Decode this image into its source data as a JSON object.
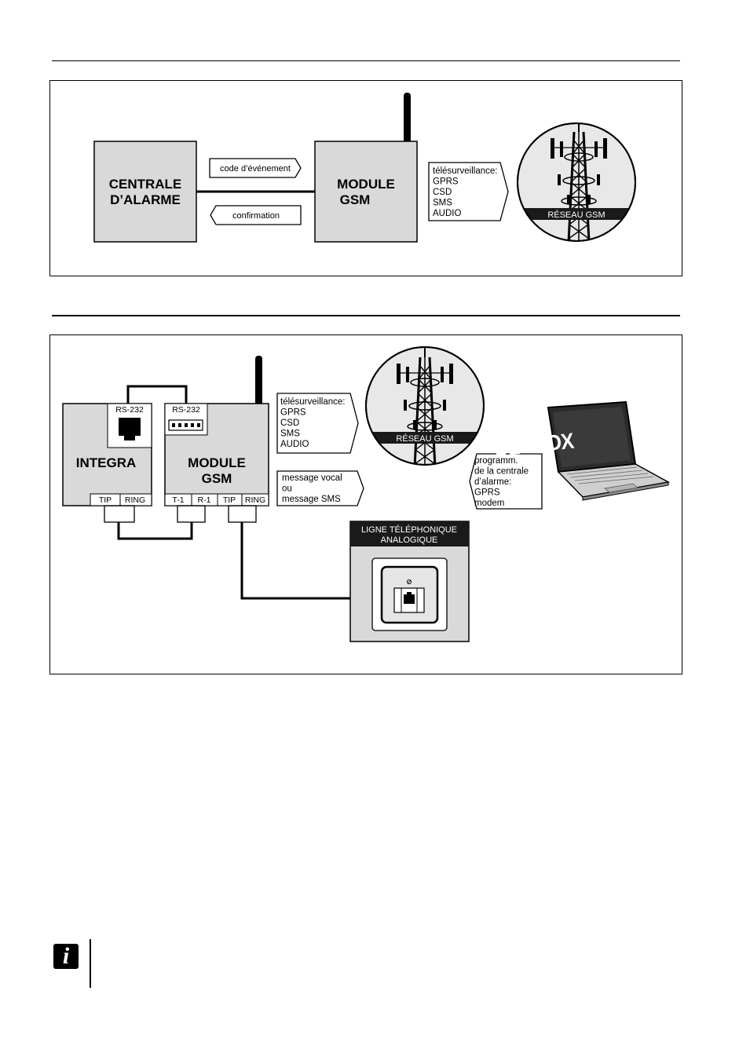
{
  "diagram1": {
    "panel_label": "CENTRALE\nD’ALARME",
    "module_label": "MODULE\nGSM",
    "event_code": "code d’événement",
    "confirmation": "confirmation",
    "monitoring": [
      "télésurveillance:",
      "GPRS",
      "CSD",
      "SMS",
      "AUDIO"
    ],
    "network": "RÉSEAU GSM"
  },
  "diagram2": {
    "integra_label": "INTEGRA",
    "module_label": "MODULE\nGSM",
    "rs232": "RS-232",
    "integra_terms": [
      "TIP",
      "RING"
    ],
    "module_terms": [
      "T-1",
      "R-1",
      "TIP",
      "RING"
    ],
    "monitoring": [
      "télésurveillance:",
      "GPRS",
      "CSD",
      "SMS",
      "AUDIO"
    ],
    "messages": [
      "message vocal",
      "ou",
      "message SMS"
    ],
    "network": "RÉSEAU GSM",
    "programming": [
      "programm.",
      "de la centrale",
      "d’alarme:",
      "GPRS",
      "modem"
    ],
    "laptop_screen": "DLOADX",
    "phone_line": [
      "LIGNE TÉLÉPHONIQUE",
      "ANALOGIQUE"
    ]
  },
  "colors": {
    "box_fill": "#d9d9d9",
    "line": "#000000",
    "header_fill": "#1a1a1a"
  },
  "icons": {
    "note": "info-icon"
  }
}
